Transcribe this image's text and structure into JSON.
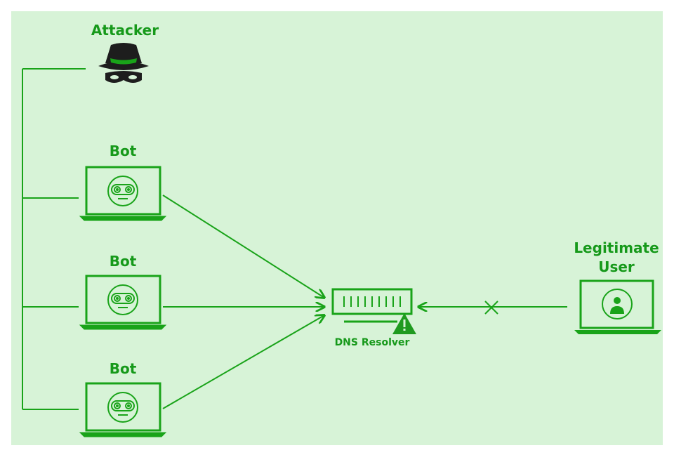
{
  "colors": {
    "background": "#d7f3d7",
    "line": "#19a319",
    "label": "#16991a",
    "dark": "#1d1d1d",
    "alert": "#1f9a1f"
  },
  "labels": {
    "attacker": "Attacker",
    "bots": [
      "Bot",
      "Bot",
      "Bot"
    ],
    "legit_user": [
      "Legitimate",
      "User"
    ],
    "resolver": "DNS Resolver"
  },
  "icons": {
    "attacker": "hat-and-mask-icon",
    "bot": "robot-face-icon",
    "user": "person-icon",
    "server": "server-rack-icon",
    "warning": "warning-triangle-icon",
    "blocked": "x-mark-icon"
  }
}
